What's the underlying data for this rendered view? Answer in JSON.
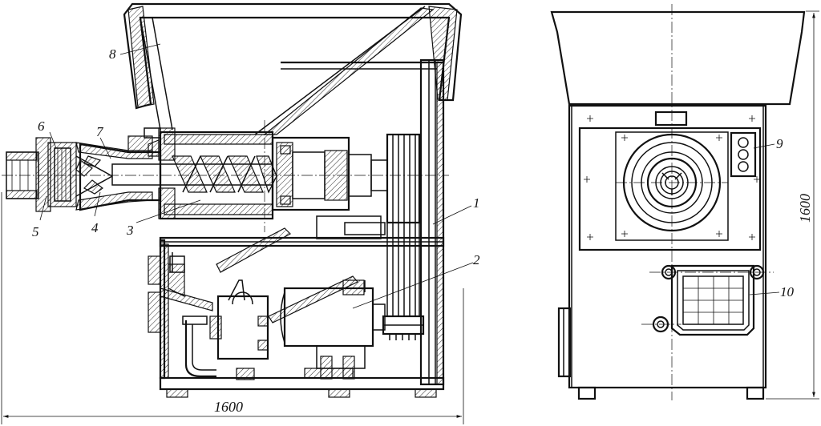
{
  "callouts": {
    "c1": "1",
    "c2": "2",
    "c3": "3",
    "c4": "4",
    "c5": "5",
    "c6": "6",
    "c7": "7",
    "c8": "8",
    "c9": "9",
    "c10": "10"
  },
  "dimensions": {
    "length": "1600",
    "height": "1600"
  }
}
